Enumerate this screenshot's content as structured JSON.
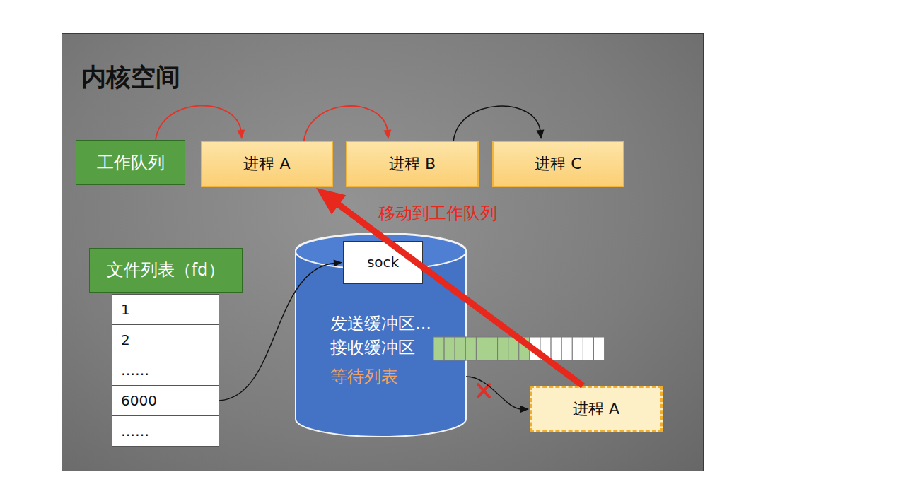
{
  "diagram": {
    "title": "内核空间",
    "nodes": [
      {
        "text": [
          "工作队列"
        ]
      },
      {
        "text": [
          "进程 A"
        ]
      },
      {
        "text": [
          "进程 B"
        ]
      },
      {
        "text": [
          "进程 C"
        ]
      },
      {
        "text": [
          "文件列表（fd）"
        ]
      },
      {
        "text": [
          "1"
        ]
      },
      {
        "text": [
          "2"
        ]
      },
      {
        "text": [
          "……"
        ]
      },
      {
        "text": [
          "6000"
        ]
      },
      {
        "text": [
          "……"
        ]
      },
      {
        "text": [
          "发送缓冲区...",
          "接收缓冲区",
          "等待列表"
        ]
      },
      {
        "text": [
          "sock"
        ],
        "in": 10
      },
      {
        "text": [
          "进程 A"
        ]
      }
    ],
    "edges": [
      {
        "from": 0,
        "to": 1,
        "arrow": "to"
      },
      {
        "from": 1,
        "to": 2,
        "arrow": "to"
      },
      {
        "from": 2,
        "to": 3,
        "arrow": "to"
      },
      {
        "from": 8,
        "to": 11,
        "arrow": "to"
      },
      {
        "from": 10,
        "to": 12,
        "arrow": "to"
      },
      {
        "from": 12,
        "to": 1,
        "arrow": "to",
        "label": "移动到工作队列"
      }
    ]
  }
}
